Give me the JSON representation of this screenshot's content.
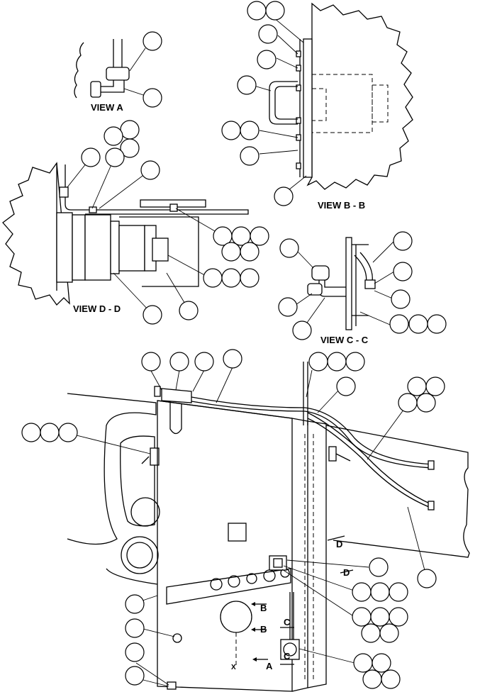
{
  "views": {
    "view_a": "VIEW  A",
    "view_bb": "VIEW  B - B",
    "view_dd": "VIEW  D - D",
    "view_cc": "VIEW  C - C"
  },
  "section_markers": {
    "b1": "B",
    "b2": "B",
    "c1": "C",
    "c2": "C",
    "a": "A",
    "d1": "D",
    "d2": "D"
  }
}
